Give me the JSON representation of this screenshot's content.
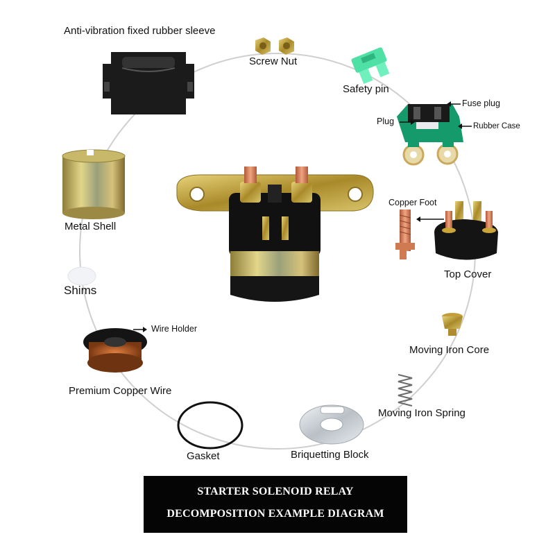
{
  "labels": {
    "sleeve": "Anti-vibration fixed rubber sleeve",
    "screw_nut": "Screw Nut",
    "safety_pin": "Safety pin",
    "fuse_plug": "Fuse plug",
    "plug": "Plug",
    "rubber_case": "Rubber Case",
    "copper_foot": "Copper Foot",
    "top_cover": "Top Cover",
    "metal_shell": "Metal Shell",
    "shims": "Shims",
    "wire_holder": "Wire Holder",
    "premium_copper_wire": "Premium Copper Wire",
    "moving_iron_core": "Moving Iron Core",
    "moving_iron_spring": "Moving Iron Spring",
    "gasket": "Gasket",
    "briquetting_block": "Briquetting Block"
  },
  "banner": {
    "line1": "STARTER SOLENOID RELAY",
    "line2": "DECOMPOSITION EXAMPLE DIAGRAM"
  },
  "colors": {
    "background": "#ffffff",
    "ring": "#cfcfcf",
    "banner": "#050505",
    "brass": "#c9a53a",
    "copper": "#d9805a",
    "rubber_green": "#159a6c",
    "fuse_green": "#4fe0a6"
  }
}
